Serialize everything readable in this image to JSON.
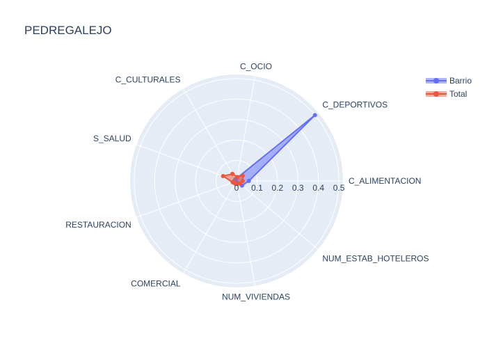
{
  "chart_data": {
    "type": "radar",
    "title": "PEDREGALEJO",
    "theta": [
      "C_ALIMENTACION",
      "C_DEPORTIVOS",
      "C_OCIO",
      "C_CULTURALES",
      "S_SALUD",
      "RESTAURACION",
      "COMERCIAL",
      "NUM_VIVIENDAS",
      "NUM_ESTAB_HOTELEROS"
    ],
    "radial_range": [
      0,
      0.52
    ],
    "radial_ticks": [
      "0",
      "0.1",
      "0.2",
      "0.3",
      "0.4",
      "0.5"
    ],
    "series": [
      {
        "name": "Barrio",
        "color": "#636efa",
        "values": [
          0.06,
          0.5,
          0.015,
          0.01,
          0.01,
          0.005,
          0.005,
          0.005,
          0.035
        ]
      },
      {
        "name": "Total",
        "color": "#ef553b",
        "values": [
          0.03,
          0.04,
          0.02,
          0.04,
          0.07,
          0.02,
          0.015,
          0.015,
          0.02
        ]
      }
    ],
    "legend_position": "top-right"
  }
}
